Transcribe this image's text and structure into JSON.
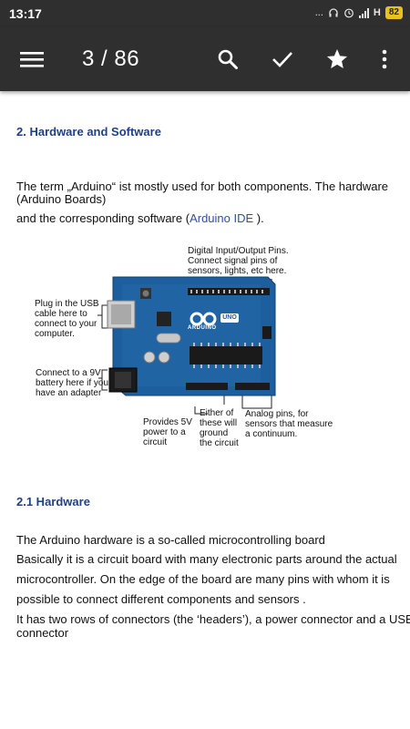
{
  "status_bar": {
    "time": "13:17",
    "indicators": "... ",
    "network": "H",
    "battery": "82"
  },
  "toolbar": {
    "page_counter": "3 / 86",
    "icons": [
      "menu-icon",
      "search-icon",
      "check-icon",
      "star-icon",
      "more-vert-icon"
    ]
  },
  "document": {
    "section_title": "2. Hardware and Software",
    "intro_line1": "The term „Arduino“ ist mostly used for both components. The hardware",
    "intro_line2": "(Arduino Boards)",
    "intro_line3_before": "and the corresponding software (",
    "intro_link": "Arduino IDE",
    "intro_line3_after": " ).",
    "figure": {
      "label_digital": "Digital Input/Output Pins.\nConnect signal pins of\nsensors, lights, etc here.",
      "label_usb": "Plug in the USB\ncable here to\nconnect to your\ncomputer.",
      "label_battery": "Connect to a 9V\nbattery here if you\nhave an adapter",
      "label_power": "Provides 5V\npower to a\ncircuit",
      "label_ground": "Either of\nthese will\nground\nthe circuit",
      "label_analog": "Analog pins, for\nsensors that measure\na continuum.",
      "board_brand": "ARDUINO",
      "board_model": "UNO"
    },
    "subsection_title": "2.1 Hardware",
    "hw_line1": "The Arduino hardware is a so-called microcontrolling board",
    "hw_line2": "Basically it is a circuit board with many electronic parts around the actual",
    "hw_line3": "microcontroller. On the edge of the board are many pins with whom it is",
    "hw_line4": "possible to connect different components and sensors .",
    "hw_line5": "It has two rows of connectors (the ‘headers’), a power connector and a USB",
    "hw_line6": "connector"
  },
  "colors": {
    "toolbar_bg": "#2f2f2f",
    "heading": "#1f3f86",
    "link": "#2f4fa6",
    "board_blue": "#1d5e9e",
    "battery": "#e6c21f"
  }
}
